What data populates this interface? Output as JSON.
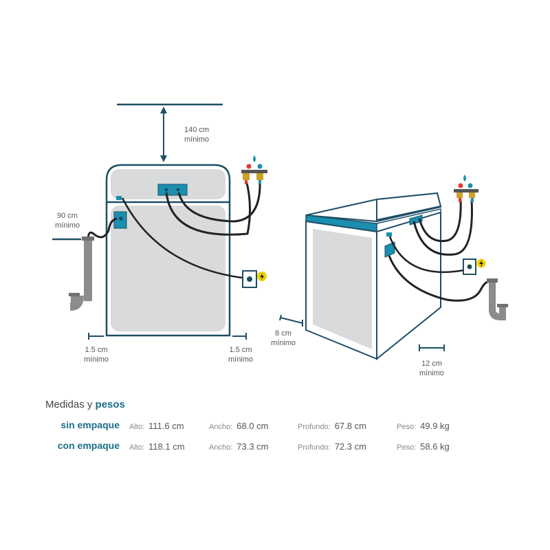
{
  "labels": {
    "top_clearance": {
      "value": "140 cm",
      "note": "mínimo"
    },
    "left_clearance": {
      "value": "90 cm",
      "note": "mínimo"
    },
    "side_left": {
      "value": "1.5 cm",
      "note": "mínimo"
    },
    "side_right": {
      "value": "1.5 cm",
      "note": "mínimo"
    },
    "back_clearance": {
      "value": "8 cm",
      "note": "mínimo"
    },
    "right_clearance": {
      "value": "12 cm",
      "note": "mínimo"
    }
  },
  "table": {
    "title_plain": "Medidas y",
    "title_bold": "pesos",
    "keys": {
      "alto": "Alto:",
      "ancho": "Ancho:",
      "profundo": "Profundo:",
      "peso": "Peso:"
    },
    "rows": [
      {
        "name": "sin empaque",
        "alto": "111.6 cm",
        "ancho": "68.0 cm",
        "profundo": "67.8 cm",
        "peso": "49.9 kg"
      },
      {
        "name": "con empaque",
        "alto": "118.1 cm",
        "ancho": "73.3 cm",
        "profundo": "72.3 cm",
        "peso": "58.6 kg"
      }
    ]
  },
  "colors": {
    "outline": "#1e4e66",
    "accent": "#1a8fb0",
    "gray": "#d9dadb",
    "hose": "#222222",
    "power": "#f2d200"
  },
  "icons": [
    "water-tap-icon",
    "power-outlet-icon",
    "drain-pipe-icon"
  ]
}
